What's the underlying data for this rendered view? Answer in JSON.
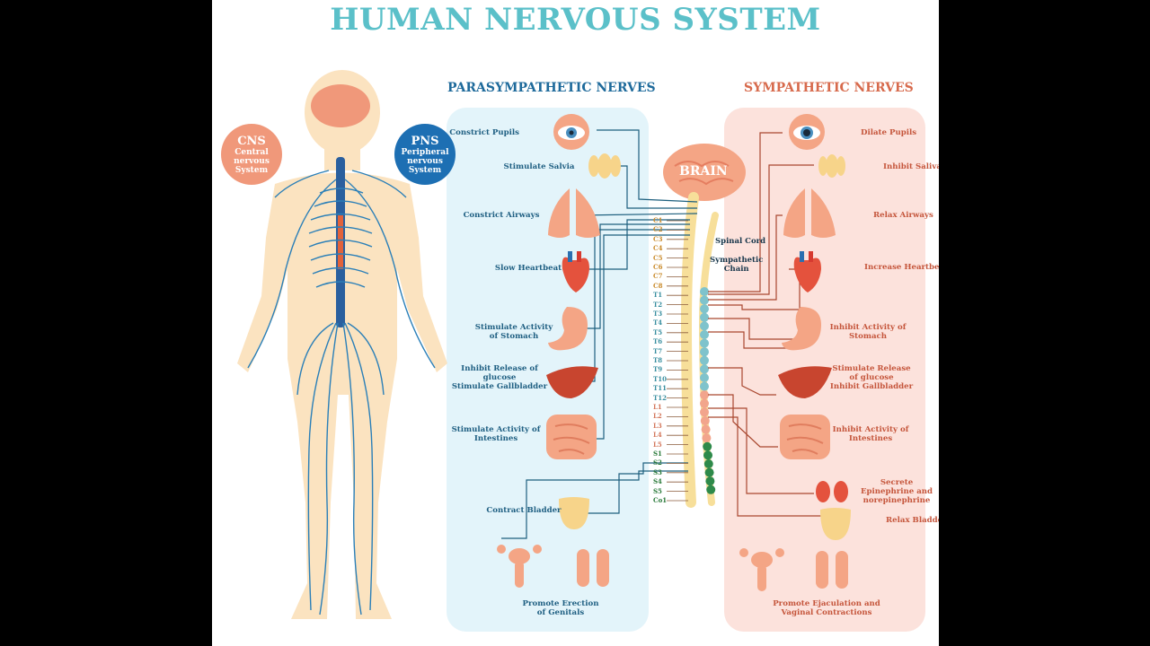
{
  "title": "HUMAN NERVOUS SYSTEM",
  "columns": {
    "parasympathetic": "PARASYMPATHETIC NERVES",
    "sympathetic": "SYMPATHETIC NERVES"
  },
  "cns": {
    "abbr": "CNS",
    "lines": [
      "Central",
      "nervous",
      "System"
    ]
  },
  "pns": {
    "abbr": "PNS",
    "lines": [
      "Peripheral",
      "nervous",
      "System"
    ]
  },
  "brain": "BRAIN",
  "spinal_cord": "Spinal Cord",
  "sympathetic_chain": [
    "Sympathetic",
    "Chain"
  ],
  "parasympathetic": [
    [
      "Constrict Pupils"
    ],
    [
      "Stimulate Salvia"
    ],
    [
      "Constrict Airways"
    ],
    [
      "Slow Heartbeat"
    ],
    [
      "Stimulate Activity",
      "of Stomach"
    ],
    [
      "Inhibit Release of",
      "glucose",
      "Stimulate Gallbladder"
    ],
    [
      "Stimulate Activity of",
      "Intestines"
    ],
    [
      "Contract Bladder"
    ],
    [
      "Promote Erection",
      "of Genitals"
    ]
  ],
  "sympathetic": [
    [
      "Dilate Pupils"
    ],
    [
      "Inhibit Salivation"
    ],
    [
      "Relax Airways"
    ],
    [
      "Increase Heartbeat"
    ],
    [
      "Inhibit Activity of",
      "Stomach"
    ],
    [
      "Stimulate Release",
      "of glucose",
      "Inhibit Gallbladder"
    ],
    [
      "Inhibit Activity of",
      "Intestines"
    ],
    [
      "Secrete",
      "Epinephrine and",
      "norepinephrine"
    ],
    [
      "Relax Bladder"
    ],
    [
      "Promote Ejaculation and",
      "Vaginal Contractions"
    ]
  ],
  "segments": [
    "C1",
    "C2",
    "C3",
    "C4",
    "C5",
    "C6",
    "C7",
    "C8",
    "T1",
    "T2",
    "T3",
    "T4",
    "T5",
    "T6",
    "T7",
    "T8",
    "T9",
    "T10",
    "T11",
    "T12",
    "L1",
    "L2",
    "L3",
    "L4",
    "L5",
    "S1",
    "S2",
    "S3",
    "S4",
    "S5",
    "Co1"
  ],
  "colors": {
    "title": "#5bc0c9",
    "para_text": "#1f5f82",
    "symp_text": "#c5563c",
    "para_panel": "#e3f4fa",
    "symp_panel": "#fce2dc",
    "nerve_blue": "#2a7fb8",
    "cns_orange": "#f0987a",
    "pns_blue": "#1d6fb3",
    "cord_yellow": "#f7df9a"
  }
}
